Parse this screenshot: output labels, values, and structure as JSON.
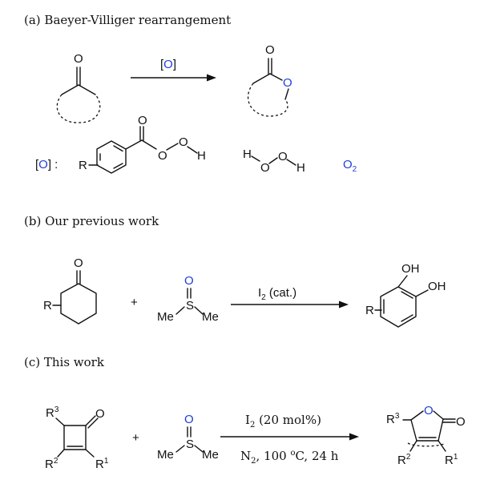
{
  "sections": {
    "a": {
      "heading": "(a) Baeyer-Villiger rearrangement"
    },
    "b": {
      "heading": "(b) Our previous work"
    },
    "c": {
      "heading": "(c) This work"
    }
  },
  "atoms": {
    "O": "O",
    "H": "H",
    "R": "R",
    "OH": "OH",
    "Me": "Me",
    "S": "S"
  },
  "superscripts": {
    "one": "1",
    "two": "2",
    "three": "3"
  },
  "section_a": {
    "arrow_reagent_open": "[",
    "arrow_reagent_O": "O",
    "arrow_reagent_close": "]",
    "oxidant_label_prefix": "[",
    "oxidant_label_O": "O",
    "oxidant_label_suffix": "] :",
    "o2_O": "O",
    "o2_sub": "2"
  },
  "section_b": {
    "plus": "+",
    "reagent_I": "I",
    "reagent_sub": "2",
    "reagent_rest": " (cat.)"
  },
  "section_c": {
    "plus": "+",
    "reagent_I": "I",
    "reagent_sub": "2",
    "reagent_rest": " (20 mol%)",
    "cond_N": "N",
    "cond_sub": "2",
    "cond_mid": ", 100 ",
    "cond_deg": "o",
    "cond_end": "C, 24 h"
  }
}
